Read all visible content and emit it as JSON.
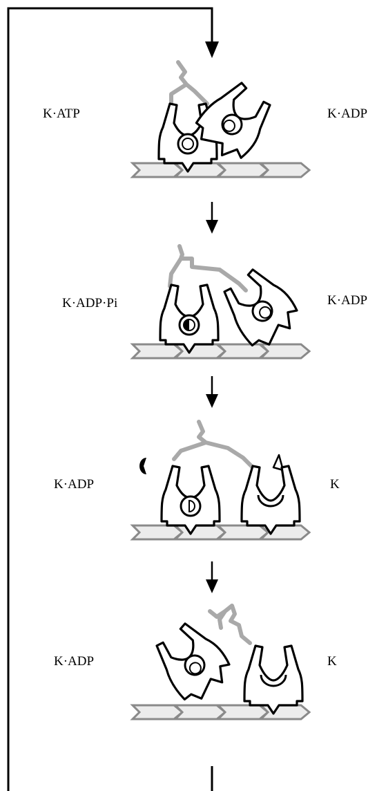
{
  "stages": [
    {
      "left_label": "K·ATP",
      "right_label": "K·ADP"
    },
    {
      "left_label": "K·ADP·Pi",
      "right_label": "K·ADP"
    },
    {
      "left_label": "K·ADP",
      "right_label": "K"
    },
    {
      "left_label": "K·ADP",
      "right_label": "K"
    }
  ],
  "colors": {
    "head_outline": "#000000",
    "neck_linker": "#a9a9a9",
    "microtubule": "#ececec"
  }
}
